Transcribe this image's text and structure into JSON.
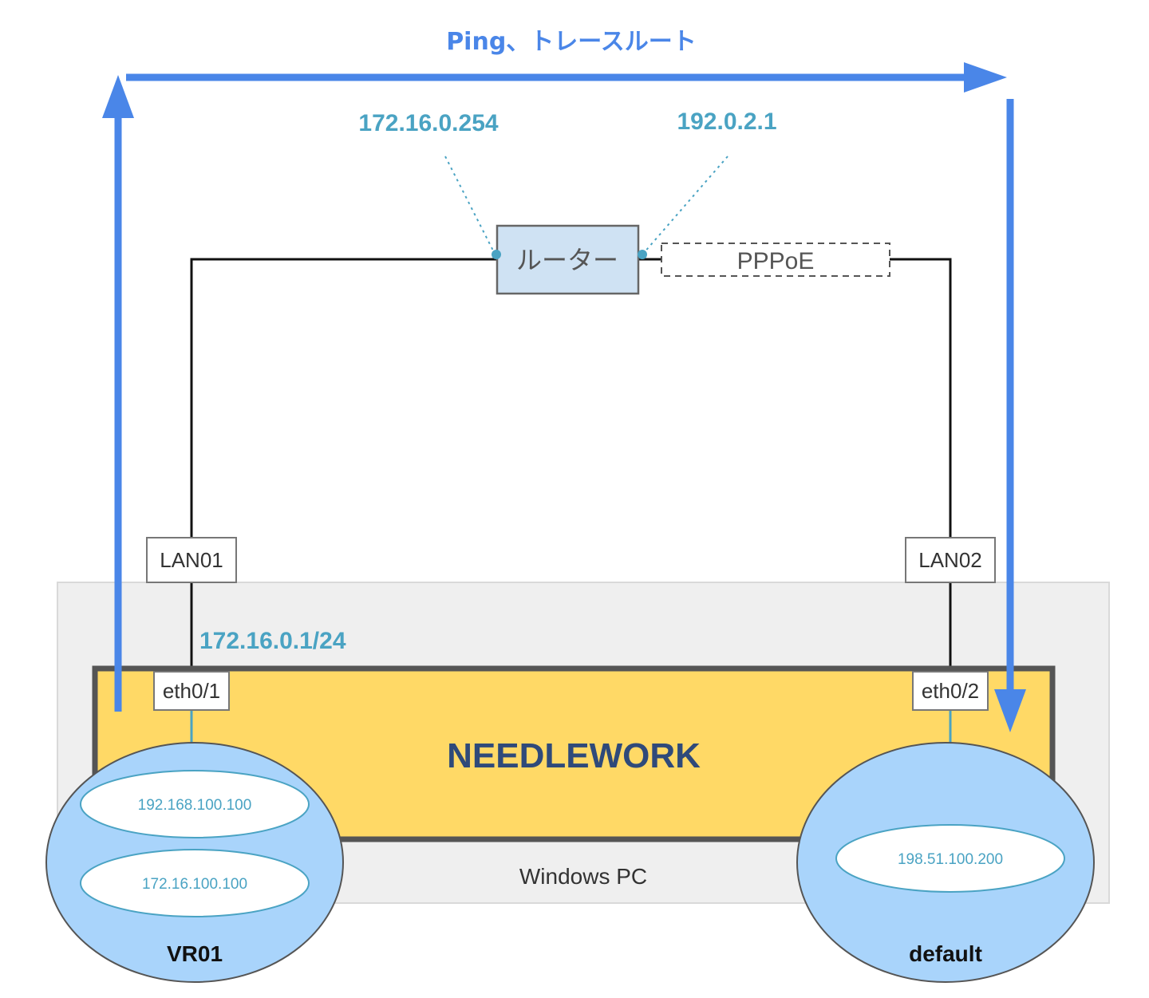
{
  "title": "Ping、トレースルート",
  "router": {
    "label": "ルーター",
    "lan_ip": "172.16.0.254",
    "wan_ip": "192.0.2.1"
  },
  "pppoe": {
    "label": "PPPoE"
  },
  "ports": {
    "lan01": "LAN01",
    "lan02": "LAN02",
    "eth01": "eth0/1",
    "eth02": "eth0/2",
    "eth01_ip": "172.16.0.1/24"
  },
  "device": {
    "name": "NEEDLEWORK"
  },
  "pc": {
    "label": "Windows PC"
  },
  "namespaces": [
    {
      "name": "VR01",
      "ips": [
        "192.168.100.100",
        "172.16.100.100"
      ]
    },
    {
      "name": "default",
      "ips": [
        "198.51.100.200"
      ]
    }
  ],
  "colors": {
    "arrow": "#4a86e8",
    "ip_text": "#4aa3c3",
    "router_fill": "#cfe2f3",
    "device_fill": "#ffd966",
    "namespace_fill": "#a9d4fb",
    "pc_fill": "#efefef"
  }
}
